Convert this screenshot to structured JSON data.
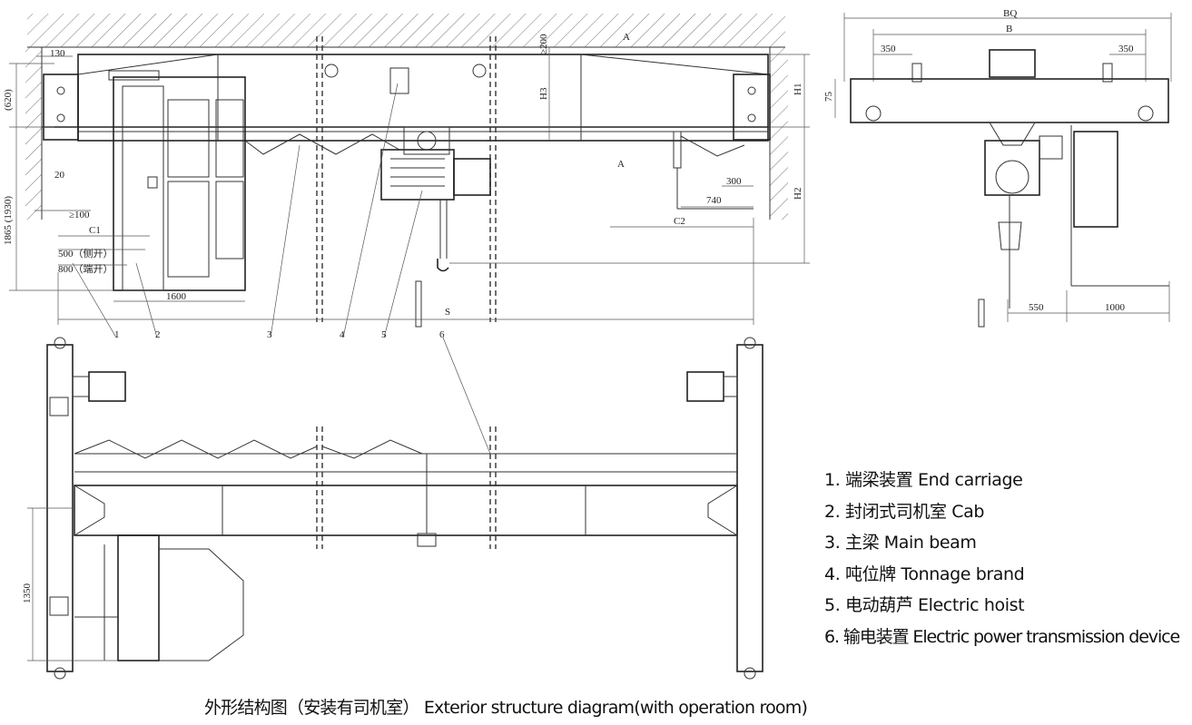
{
  "caption": "外形结构图（安装有司机室） Exterior structure diagram(with operation room)",
  "legend": [
    {
      "num": "1.",
      "text": "端梁装置 End carriage"
    },
    {
      "num": "2.",
      "text": "封闭式司机室 Cab"
    },
    {
      "num": "3.",
      "text": "主梁 Main beam"
    },
    {
      "num": "4.",
      "text": "吨位牌 Tonnage brand"
    },
    {
      "num": "5.",
      "text": "电动葫芦 Electric hoist"
    },
    {
      "num": "6.",
      "text": "输电装置 Electric power transmission device"
    }
  ],
  "callouts": [
    "1",
    "2",
    "3",
    "4",
    "5",
    "6"
  ],
  "front_view_dims": {
    "d130": "130",
    "d620": "(620)",
    "d1865": "1865 (1930)",
    "d20": "20",
    "d100": "≥100",
    "c1": "C1",
    "d500": "500（侧开）",
    "d800": "800（端开）",
    "d1600": "1600",
    "s": "S",
    "d200": "≥200",
    "h3": "H3",
    "h1": "H1",
    "h2": "H2",
    "section": "A",
    "d300": "300",
    "d740": "740",
    "c2": "C2"
  },
  "side_view_dims": {
    "bq": "BQ",
    "b": "B",
    "d350l": "350",
    "d350r": "350",
    "d75": "75",
    "d550": "550",
    "d1000": "1000"
  },
  "plan_view_dims": {
    "d1350": "1350"
  }
}
